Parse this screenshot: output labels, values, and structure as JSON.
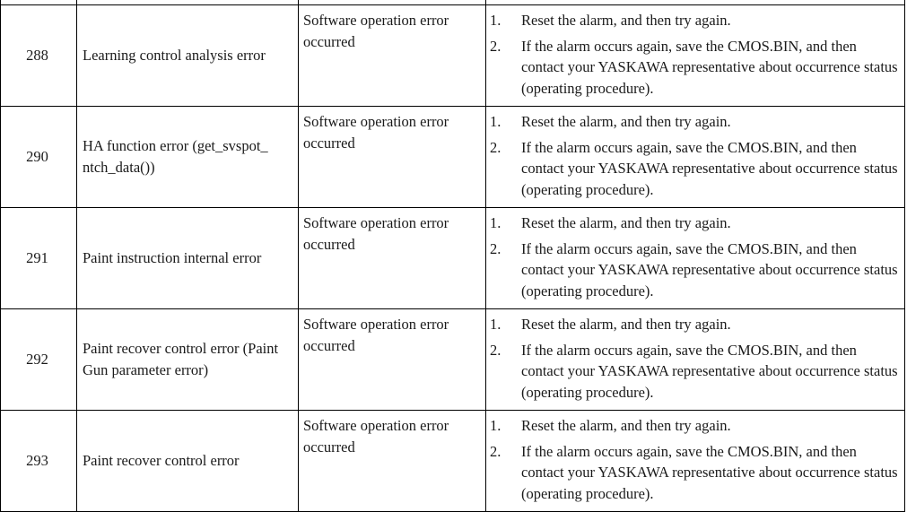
{
  "rows": [
    {
      "number": "288",
      "name": "Learning control analysis error",
      "cause": "Software operation error occurred",
      "steps": [
        {
          "num": "1.",
          "text": "Reset the alarm, and then try again."
        },
        {
          "num": "2.",
          "text": "If the alarm occurs again, save the CMOS.BIN, and then contact your YASKAWA representative about occurrence status (operating procedure)."
        }
      ]
    },
    {
      "number": "290",
      "name": "HA function error (get_svspot_ ntch_data())",
      "cause": "Software operation error occurred",
      "steps": [
        {
          "num": "1.",
          "text": "Reset the alarm, and then try again."
        },
        {
          "num": "2.",
          "text": "If the alarm occurs again, save the CMOS.BIN, and then contact your YASKAWA representative about occurrence status (operating procedure)."
        }
      ]
    },
    {
      "number": "291",
      "name": "Paint instruction internal error",
      "cause": "Software operation error occurred",
      "steps": [
        {
          "num": "1.",
          "text": "Reset the alarm, and then try again."
        },
        {
          "num": "2.",
          "text": "If the alarm occurs again, save the CMOS.BIN, and then contact your YASKAWA representative about occurrence status (operating procedure)."
        }
      ]
    },
    {
      "number": "292",
      "name": "Paint recover control error (Paint Gun parameter error)",
      "cause": "Software operation error occurred",
      "steps": [
        {
          "num": "1.",
          "text": "Reset the alarm, and then try again."
        },
        {
          "num": "2.",
          "text": "If the alarm occurs again, save the CMOS.BIN, and then contact your YASKAWA representative about occurrence status (operating procedure)."
        }
      ]
    },
    {
      "number": "293",
      "name": "Paint recover control error",
      "cause": "Software operation error occurred",
      "steps": [
        {
          "num": "1.",
          "text": "Reset the alarm, and then try again."
        },
        {
          "num": "2.",
          "text": "If the alarm occurs again, save the CMOS.BIN, and then contact your YASKAWA representative about occurrence status (operating procedure)."
        }
      ]
    }
  ]
}
